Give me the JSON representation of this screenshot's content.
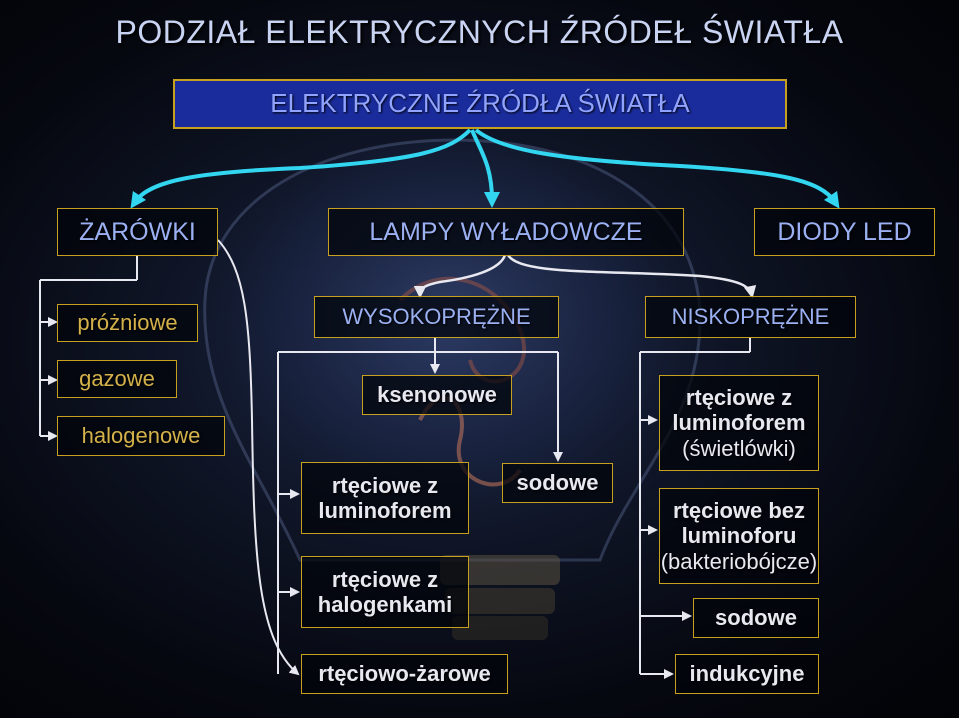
{
  "title": "PODZIAŁ ELEKTRYCZNYCH ŹRÓDEŁ ŚWIATŁA",
  "root": "ELEKTRYCZNE ŹRÓDŁA ŚWIATŁA",
  "categories": {
    "zarowki": "ŻARÓWKI",
    "lampy": "LAMPY WYŁADOWCZE",
    "diody": "DIODY LED"
  },
  "zarowki_items": [
    "próżniowe",
    "gazowe",
    "halogenowe"
  ],
  "wysokoprezne": {
    "label": "WYSOKOPRĘŻNE",
    "ksenonowe": "ksenonowe",
    "rteciowe_lum": [
      "rtęciowe z",
      "luminoforem"
    ],
    "rteciowe_hal": [
      "rtęciowe z",
      "halogenkami"
    ],
    "sodowe": "sodowe",
    "rteciowo_zarowe": "rtęciowo-żarowe"
  },
  "niskoprezne": {
    "label": "NISKOPRĘŻNE",
    "rteciowe_lum": [
      "rtęciowe z",
      "luminoforem",
      "(świetlówki)"
    ],
    "rteciowe_bez": [
      "rtęciowe bez",
      "luminoforu",
      "(bakteriobójcze)"
    ],
    "sodowe": "sodowe",
    "indukcyjne": "indukcyjne"
  },
  "colors": {
    "cyan_arrow": "#33d6f0",
    "white_line": "#e8e8f0",
    "box_border": "#c8a020",
    "banner_bg": "#1a2c9c",
    "text_blue": "#9bb0f2"
  }
}
